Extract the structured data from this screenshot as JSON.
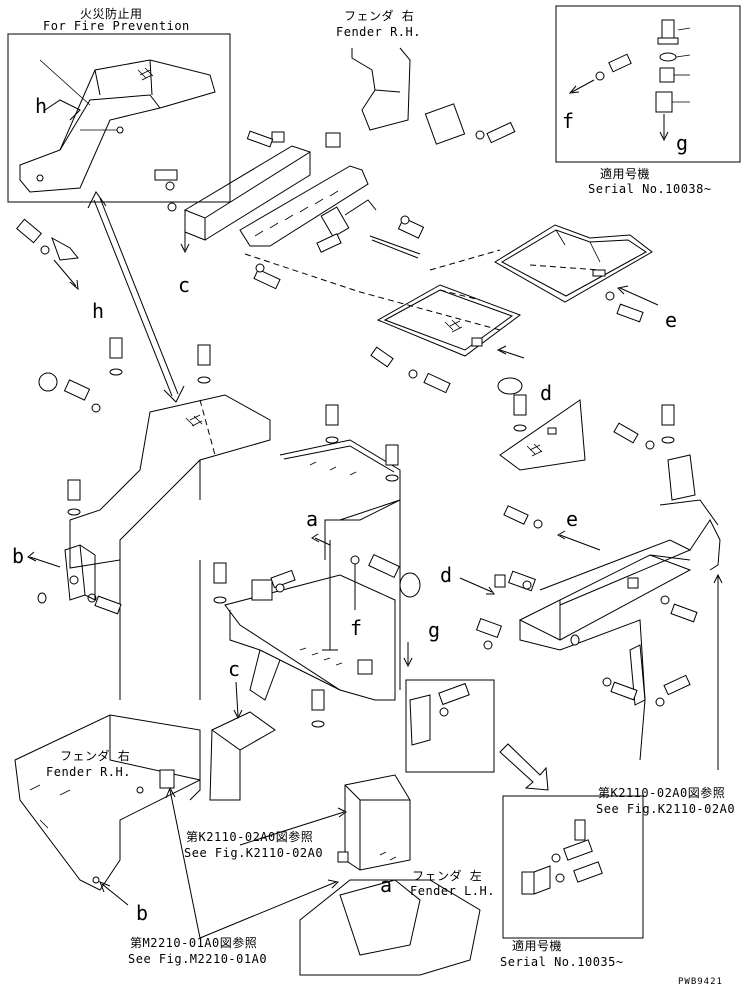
{
  "labels": {
    "fire_jp": "火災防止用",
    "fire_en": "For Fire Prevention",
    "fender_rh_top_jp": "フェンダ 右",
    "fender_rh_top_en": "Fender R.H.",
    "fender_rh_left_jp": "フェンダ 右",
    "fender_rh_left_en": "Fender R.H.",
    "fender_lh_jp": "フェンダ 左",
    "fender_lh_en": "Fender L.H.",
    "serial_top_jp": "適用号機",
    "serial_top_en": "Serial No.10038~",
    "serial_bottom_jp": "適用号機",
    "serial_bottom_en": "Serial No.10035~",
    "ref_k_right_jp": "第K2110-02A0図参照",
    "ref_k_right_en": "See Fig.K2110-02A0",
    "ref_k_mid_jp": "第K2110-02A0図参照",
    "ref_k_mid_en": "See Fig.K2110-02A0",
    "ref_m_jp": "第M2210-01A0図参照",
    "ref_m_en": "See Fig.M2210-01A0",
    "drawing_no": "PWB9421"
  },
  "letters": {
    "a1": "a",
    "a2": "a",
    "b1": "b",
    "b2": "b",
    "c1": "c",
    "c2": "c",
    "d1": "d",
    "d2": "d",
    "e1": "e",
    "e2": "e",
    "f1": "f",
    "f2": "f",
    "g1": "g",
    "g2": "g",
    "h1": "h",
    "h2": "h"
  }
}
